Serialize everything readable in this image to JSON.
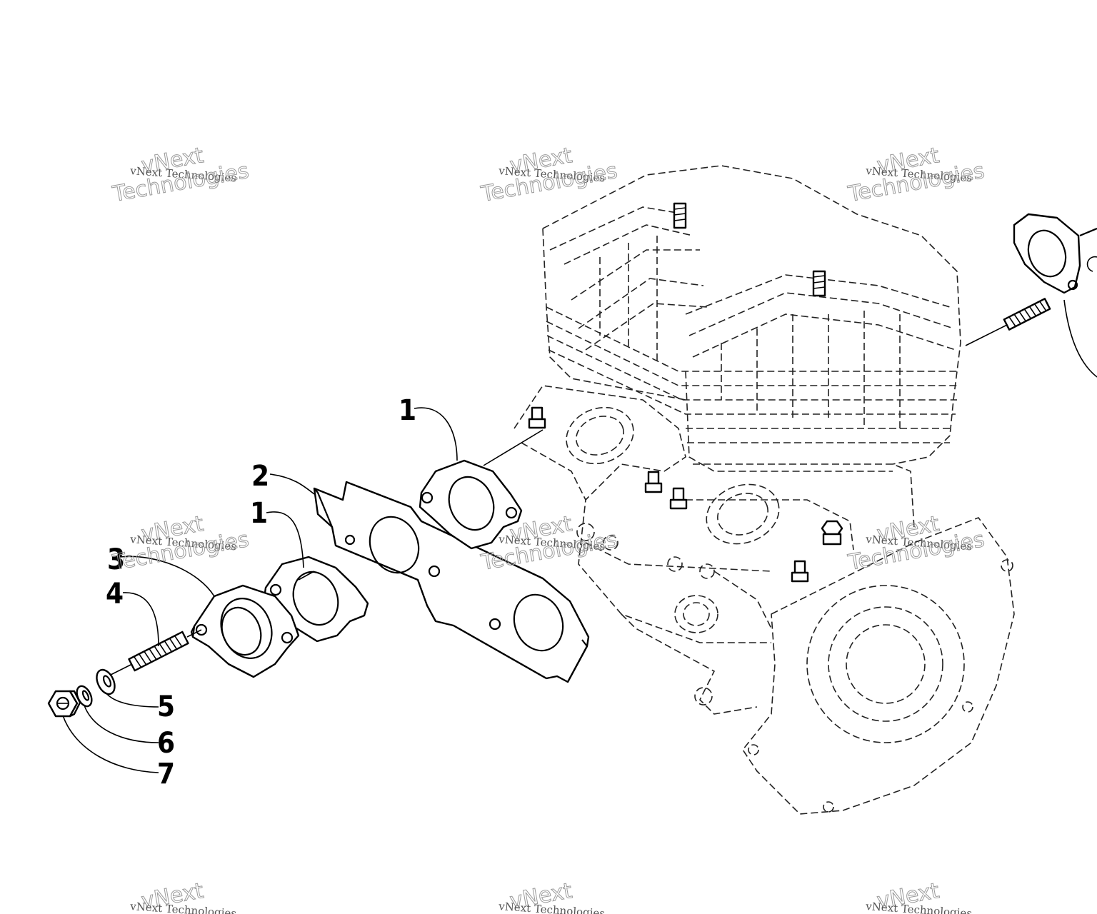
{
  "diagram": {
    "callouts": [
      "1",
      "2",
      "1",
      "3",
      "4",
      "5",
      "6",
      "7"
    ],
    "watermark": {
      "line1": "vNext",
      "line2": "vNext Technologies",
      "line3": "Technologies"
    }
  }
}
